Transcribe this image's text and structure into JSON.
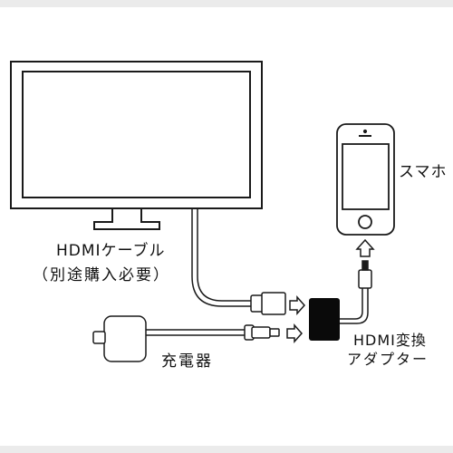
{
  "labels": {
    "hdmi_cable": "HDMIケーブル",
    "hdmi_cable_note": "（別途購入必要）",
    "charger": "充電器",
    "smartphone": "スマホ",
    "adapter_line1": "HDMI変換",
    "adapter_line2": "アダプター"
  },
  "colors": {
    "line": "#1a1a1a",
    "adapter": "#0a0a0a",
    "frame": "#ebebeb"
  }
}
